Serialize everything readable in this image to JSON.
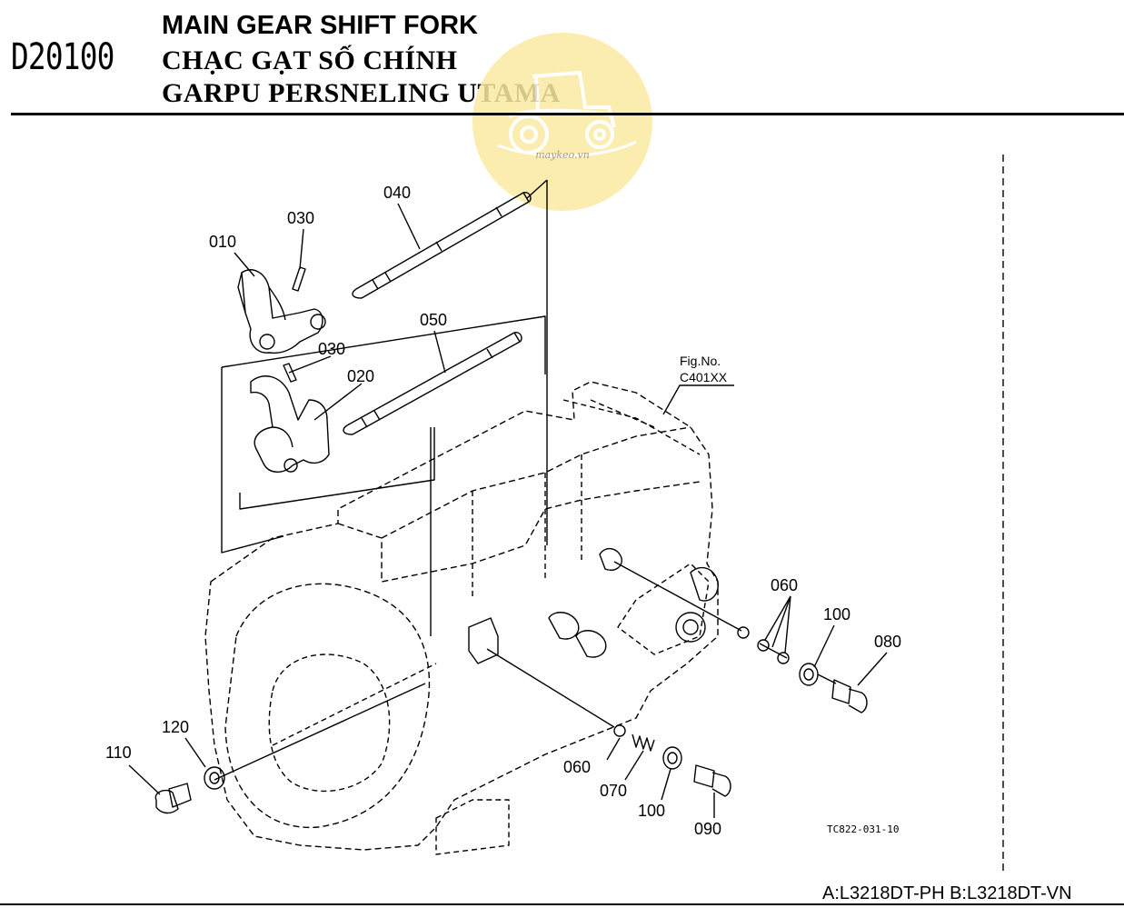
{
  "header": {
    "code": "D20100",
    "title_en": "MAIN GEAR SHIFT FORK",
    "title_vi": "CHẠC GẠT SỐ CHÍNH",
    "title_id": "GARPU PERSNELING UTAMA"
  },
  "watermark": {
    "text": "maykeo.vn"
  },
  "parts": {
    "p010": "010",
    "p020": "020",
    "p030a": "030",
    "p030b": "030",
    "p040": "040",
    "p050": "050",
    "p060a": "060",
    "p060b": "060",
    "p070": "070",
    "p080": "080",
    "p090": "090",
    "p100a": "100",
    "p100b": "100",
    "p110": "110",
    "p120": "120"
  },
  "figure_ref": {
    "line1": "Fig.No.",
    "line2": "C401XX"
  },
  "drawing_code": "TC822-031-10",
  "footer": {
    "models": "A:L3218DT-PH B:L3218DT-VN"
  }
}
